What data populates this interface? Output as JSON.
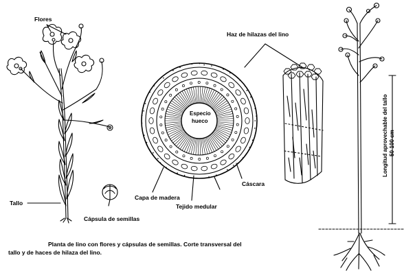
{
  "labels": {
    "flores": "Flores",
    "haz": "Haz de hilazas del lino",
    "especio_1": "Especio",
    "especio_2": "hueco",
    "capa": "Capa de madera",
    "cascara": "Cáscara",
    "tejido": "Tejido medular",
    "tallo": "Tallo",
    "capsula": "Cápsula de semillas",
    "longitud": "Longitud aprovechable del tallo",
    "medida": "50-100 cm"
  },
  "caption": {
    "line1": "Planta de lino con flores y cápsulas de semillas. Corte transversal del",
    "line2": "tallo y de haces de hilaza del lino."
  }
}
